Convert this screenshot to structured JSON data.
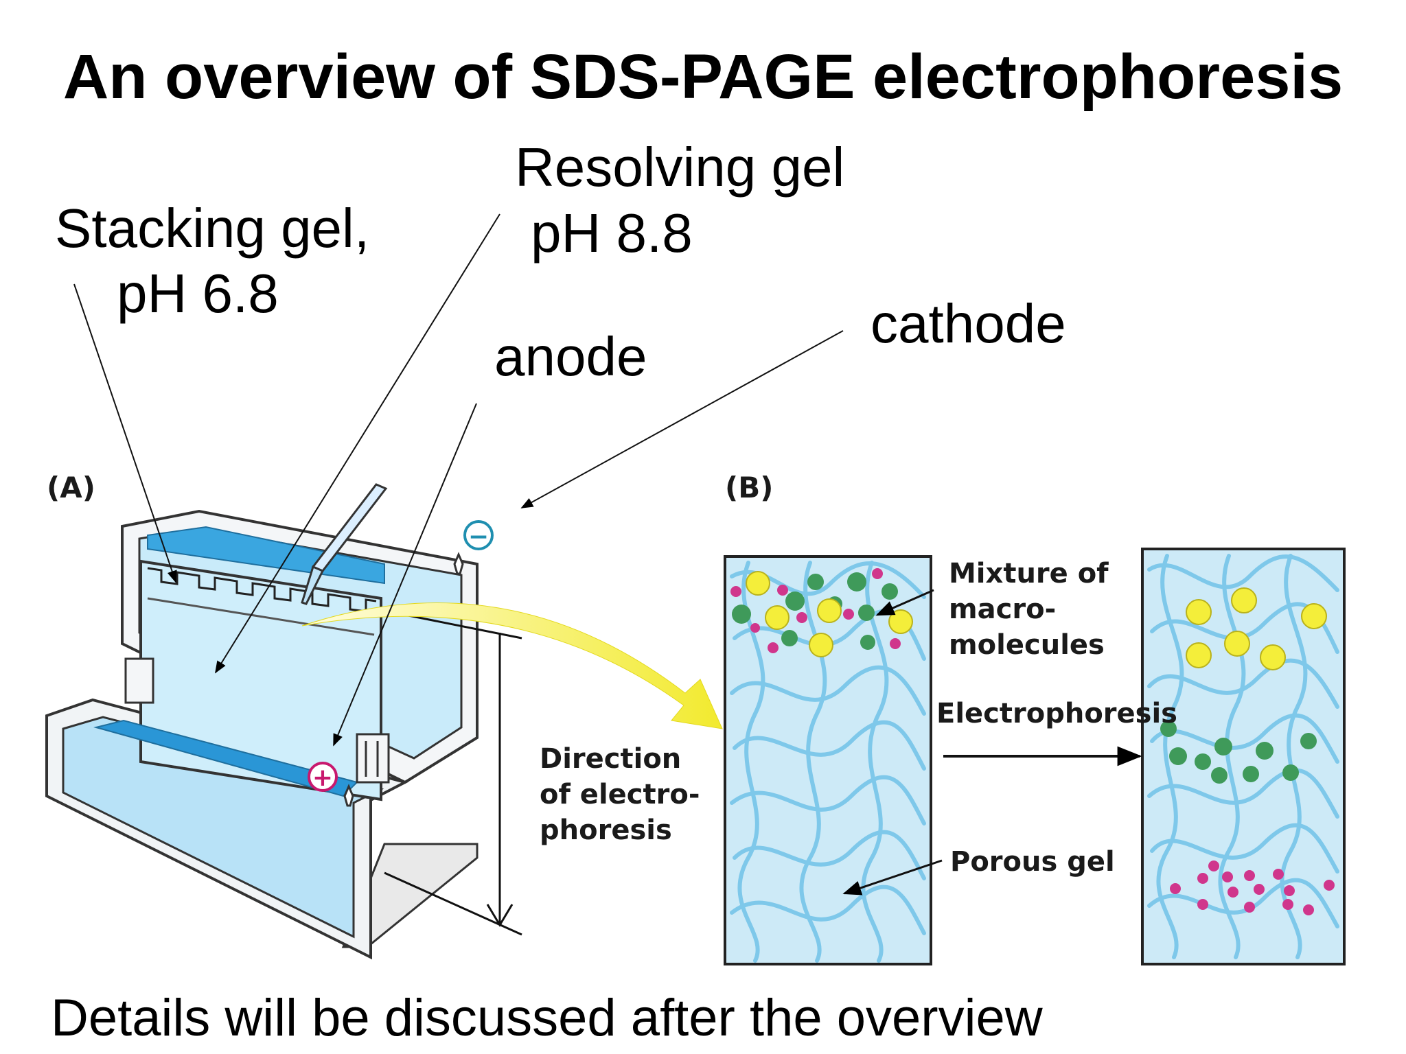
{
  "title": "An overview of SDS-PAGE electrophoresis",
  "labels": {
    "stacking_gel": "Stacking gel,",
    "stacking_ph": "pH 6.8",
    "resolving_gel": "Resolving gel",
    "resolving_ph": "pH 8.8",
    "anode": "anode",
    "cathode": "cathode"
  },
  "figure": {
    "panel_a": "(A)",
    "panel_b": "(B)",
    "direction_line1": "Direction",
    "direction_line2": "of electro-",
    "direction_line3": "phoresis",
    "mixture_line1": "Mixture of",
    "mixture_line2": "macro-",
    "mixture_line3": "molecules",
    "electrophoresis": "Electrophoresis",
    "porous_gel": "Porous gel",
    "plus_symbol": "+",
    "minus_symbol": "−"
  },
  "footer": "Details will be discussed after the overview",
  "colors": {
    "gel_blue": "#bfe3f5",
    "buffer_blue": "#3aa6e0",
    "fiber_blue": "#7ec8ea",
    "yellow_molecule": "#f4ee3a",
    "green_molecule": "#3f9a5a",
    "pink_molecule": "#d0368c",
    "anode_color": "#c8186e",
    "cathode_color": "#1f8fb0"
  }
}
